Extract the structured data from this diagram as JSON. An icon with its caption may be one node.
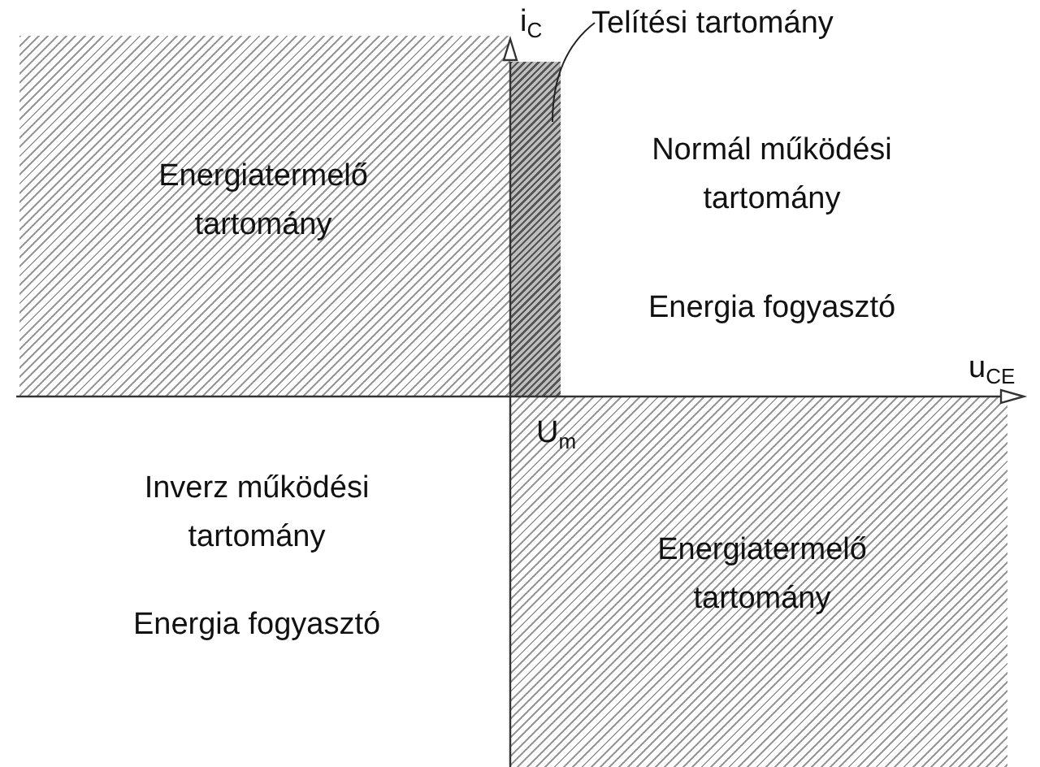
{
  "diagram": {
    "nodes": [
      {
        "text": [
          "Energiatermelő tartomány"
        ]
      },
      {
        "text": [
          "Telítési tartomány"
        ]
      },
      {
        "text": [],
        "shape": "bar"
      },
      {
        "text": [
          "Energiatermelő tartomány"
        ]
      }
    ],
    "edges": [
      {
        "from": 1,
        "to": 2,
        "arrow": "none"
      }
    ],
    "labels": [
      "i$_{C}$",
      "Normál működési tartomány",
      "Energia fogyasztó",
      "u$_{CE}$",
      "U$_{m}$",
      "Inverz működési tartomány",
      "Energia fogyasztó"
    ]
  }
}
